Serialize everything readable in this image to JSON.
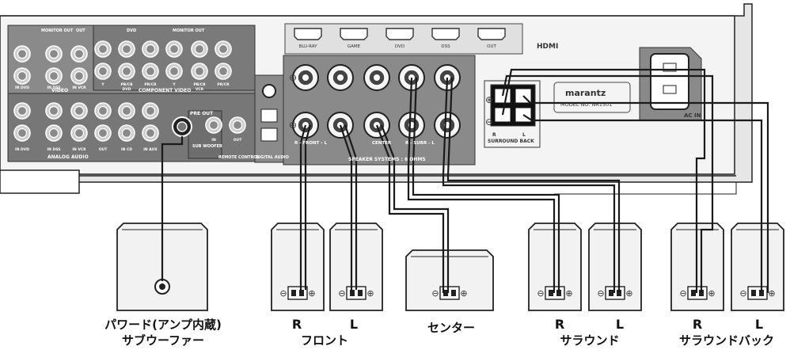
{
  "panel_labels": {
    "video": "VIDEO",
    "component_video": "COMPONENT VIDEO",
    "analog_audio": "ANALOG AUDIO",
    "remote_control": "REMOTE CONTROL",
    "digital_audio": "DIGITAL AUDIO",
    "pre_out": "PRE OUT",
    "sub_woofer": "SUB WOOFER",
    "speaker_systems": "SPEAKER SYSTEMS : 6 OHMS",
    "surround_back": "SURROUND BACK",
    "brand": "marantz",
    "model": "MODEL NO. NR1501",
    "ac_in": "AC IN",
    "hdmi_logo": "HDMI",
    "monitor_out": "MONITOR OUT",
    "out": "OUT",
    "dvd": "DVD",
    "in": "IN",
    "r_front_l": "R - FRONT - L",
    "center": "CENTER",
    "r_surr_l": "R - SURR - L",
    "r": "R",
    "l": "L"
  },
  "hdmi_inputs": [
    "BLU-RAY",
    "GAME",
    "DVD",
    "DSS",
    "OUT"
  ],
  "jack_labels": {
    "video": [
      "IN DVD",
      "IN DSS",
      "IN VCR"
    ],
    "component": [
      "Y",
      "PB/CB",
      "PR/CR",
      "Y",
      "PB/CB",
      "PR/CR"
    ],
    "component_sub": [
      "DVD",
      "VCR"
    ],
    "analog": [
      "IN DVD",
      "IN DSS",
      "IN VCR",
      "OUT",
      "IN CD",
      "IN AUX"
    ],
    "remote": [
      "IN",
      "OUT"
    ]
  },
  "speakers": {
    "subwoofer": {
      "line1": "パワード(アンプ内蔵)",
      "line2": "サブウーファー"
    },
    "front": {
      "r": "R",
      "l": "L",
      "caption": "フロント"
    },
    "center": {
      "caption": "センター"
    },
    "surround": {
      "r": "R",
      "l": "L",
      "caption": "サラウンド"
    },
    "surround_back": {
      "r": "R",
      "l": "L",
      "caption": "サラウンドバック"
    }
  },
  "colors": {
    "panel": "#8a8a8a",
    "panel_dark": "#6e6e6e",
    "line": "#1a1a1a",
    "speaker": "#f2f2f2"
  }
}
